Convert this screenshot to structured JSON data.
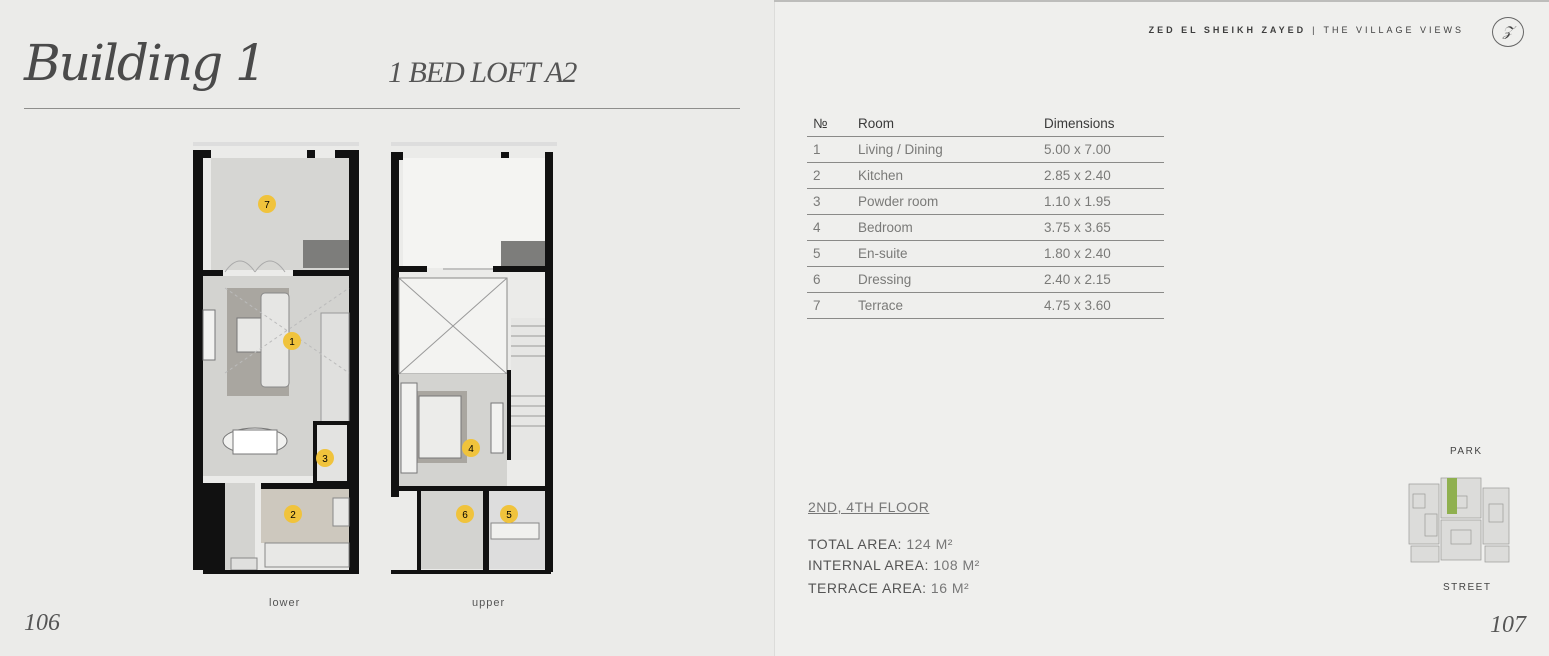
{
  "left_page": {
    "title": "Building 1",
    "unit": "1 BED LOFT A2",
    "labels": {
      "lower": "lower",
      "upper": "upper"
    },
    "page_number": "106",
    "markers": {
      "m1": "1",
      "m2": "2",
      "m3": "3",
      "m4": "4",
      "m5": "5",
      "m6": "6",
      "m7": "7"
    },
    "marker_color": "#f0c33c"
  },
  "right_page": {
    "brand": {
      "project": "ZED EL SHEIKH ZAYED",
      "separator": "|",
      "collection": "THE VILLAGE VIEWS"
    },
    "monogram_icon": "zy-monogram-icon",
    "table": {
      "headers": [
        "№",
        "Room",
        "Dimensions"
      ],
      "rows": [
        [
          "1",
          "Living / Dining",
          "5.00 x 7.00"
        ],
        [
          "2",
          "Kitchen",
          "2.85 x 2.40"
        ],
        [
          "3",
          "Powder room",
          "1.10 x 1.95"
        ],
        [
          "4",
          "Bedroom",
          "3.75 x 3.65"
        ],
        [
          "5",
          "En-suite",
          "1.80 x 2.40"
        ],
        [
          "6",
          "Dressing",
          "2.40 x 2.15"
        ],
        [
          "7",
          "Terrace",
          "4.75 x 3.60"
        ]
      ]
    },
    "floor": "2ND, 4TH FLOOR",
    "areas": [
      {
        "label": "TOTAL AREA:",
        "value": "124 M²"
      },
      {
        "label": "INTERNAL AREA:",
        "value": "108 M²"
      },
      {
        "label": "TERRACE AREA:",
        "value": "16 M²"
      }
    ],
    "keyplan": {
      "top": "PARK",
      "bottom": "STREET",
      "highlight_color": "#8fb04f"
    },
    "page_number": "107"
  }
}
